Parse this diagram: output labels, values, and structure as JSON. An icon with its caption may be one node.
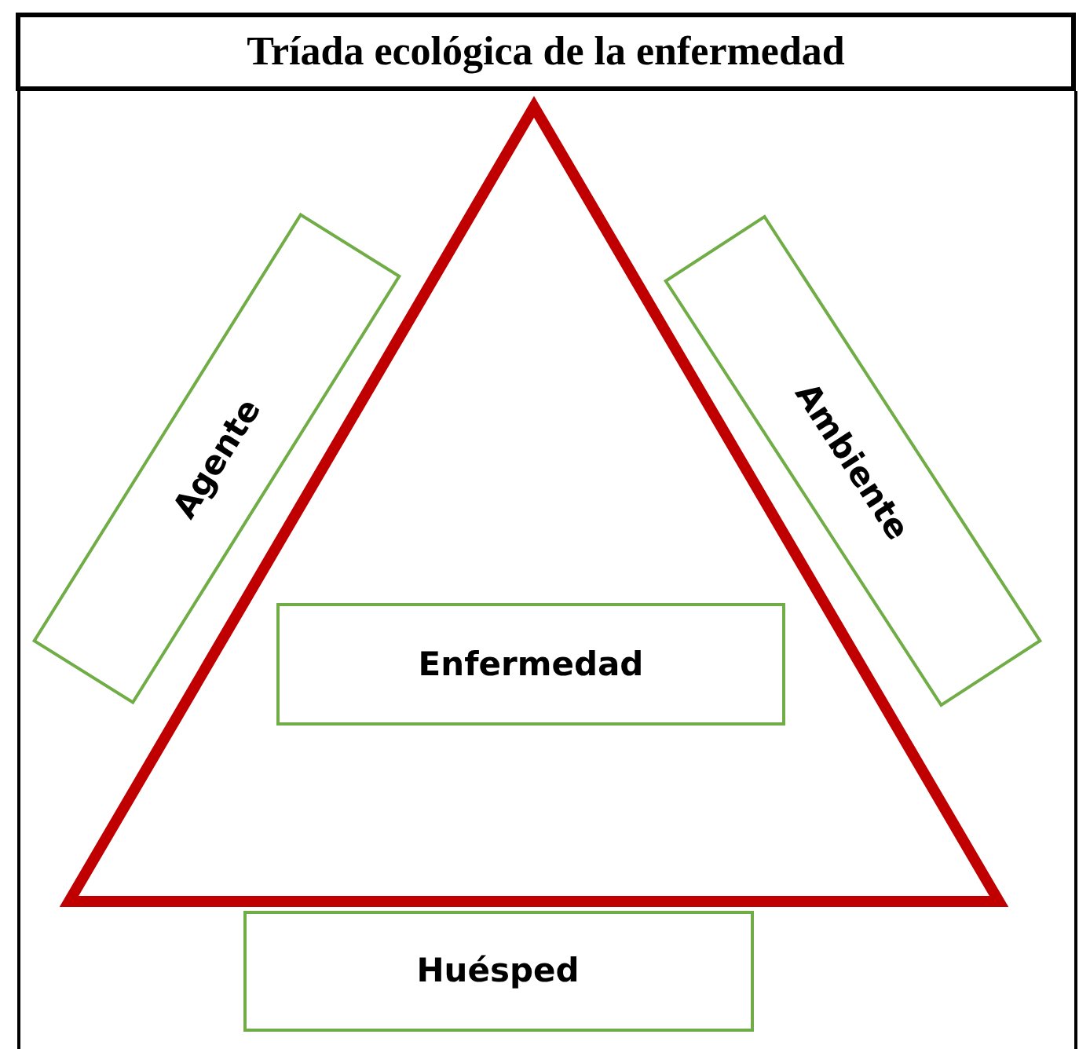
{
  "diagram": {
    "title": "Tríada ecológica de la enfermedad",
    "nodes": [
      {
        "text": [
          "Agente"
        ]
      },
      {
        "text": [
          "Ambiente"
        ]
      },
      {
        "text": [
          "Enfermedad"
        ]
      },
      {
        "text": [
          "Huésped"
        ]
      }
    ]
  }
}
